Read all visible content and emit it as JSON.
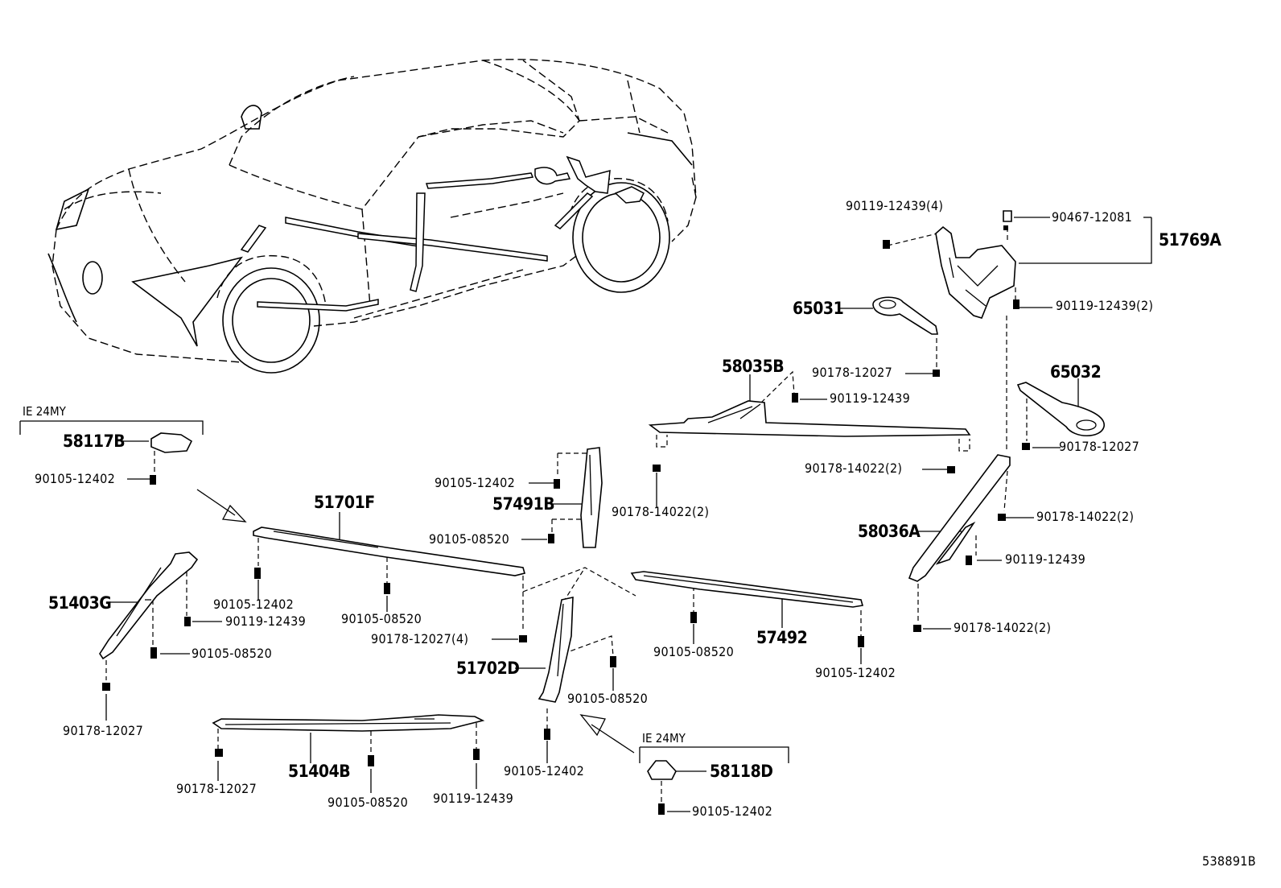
{
  "diagram_id": "538891B",
  "variant_notes": [
    "IE 24MY",
    "IE 24MY"
  ],
  "parts": {
    "p51769A": "51769A",
    "p65031": "65031",
    "p65032": "65032",
    "p58035B": "58035B",
    "p58036A": "58036A",
    "p58117B": "58117B",
    "p51701F": "51701F",
    "p57491B": "57491B",
    "p51403G": "51403G",
    "p57492": "57492",
    "p51702D": "51702D",
    "p51404B": "51404B",
    "p58118D": "58118D"
  },
  "fasteners": {
    "f01": "90119-12439(4)",
    "f02": "90467-12081",
    "f03": "90119-12439(2)",
    "f04": "90178-12027",
    "f05": "90119-12439",
    "f06": "90178-12027",
    "f07": "90178-14022(2)",
    "f08": "90178-14022(2)",
    "f09": "90178-14022(2)",
    "f10": "90119-12439",
    "f11": "90178-14022(2)",
    "f12": "90105-12402",
    "f13": "90105-12402",
    "f14": "90105-08520",
    "f15": "90105-12402",
    "f16": "90119-12439",
    "f17": "90105-08520",
    "f18": "90178-12027(4)",
    "f19": "90105-08520",
    "f20": "90105-08520",
    "f21": "90105-12402",
    "f22": "90178-12027",
    "f23": "90178-12027",
    "f24": "90105-08520",
    "f25": "90119-12439",
    "f26": "90105-08520",
    "f27": "90105-12402",
    "f28": "90105-12402"
  }
}
